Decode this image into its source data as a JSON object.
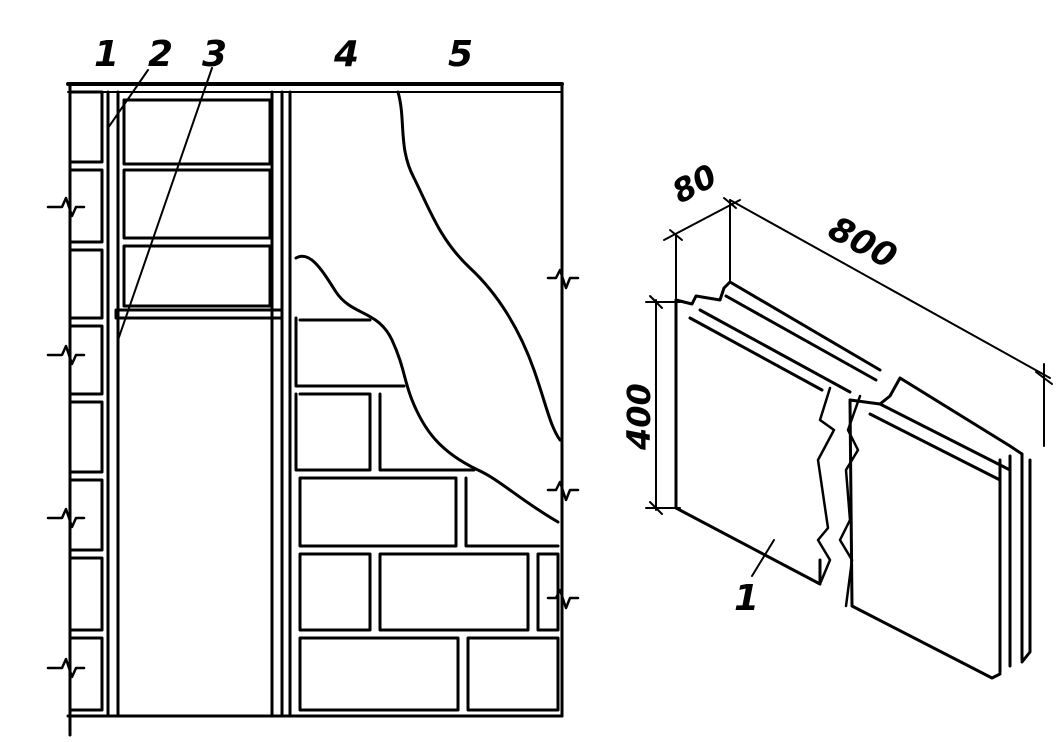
{
  "left_figure": {
    "callouts": [
      "1",
      "2",
      "3",
      "4",
      "5"
    ]
  },
  "right_figure": {
    "dimensions": {
      "thickness": "80",
      "length": "800",
      "height": "400"
    },
    "callout": "1"
  },
  "colors": {
    "ink": "#000000",
    "paper": "#ffffff"
  }
}
